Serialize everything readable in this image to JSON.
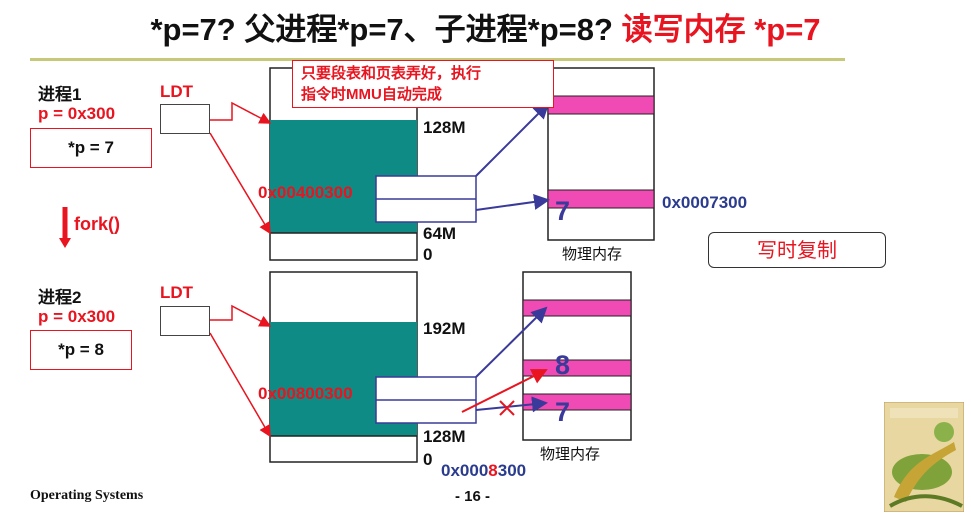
{
  "title": {
    "part1": "*p=7? 父进程*p=7、子进程*p=8?",
    "part2": "读写内存 *p=7"
  },
  "callout": {
    "line1": "只要段表和页表弄好，执行",
    "line2": "指令时MMU自动完成"
  },
  "process1": {
    "name": "进程1",
    "ldt": "LDT",
    "pointer": "p = 0x300",
    "value": "*p = 7",
    "seg_addr": "0x00400300",
    "top_label": "128M",
    "bottom_label": "64M",
    "zero_label": "0",
    "phys_value": "7",
    "phys_addr": "0x0007300",
    "phys_label": "物理内存"
  },
  "fork_label": "fork()",
  "process2": {
    "name": "进程2",
    "ldt": "LDT",
    "pointer": "p = 0x300",
    "value": "*p = 8",
    "seg_addr": "0x00800300",
    "top_label": "192M",
    "bottom_label": "128M",
    "zero_label": "0",
    "phys_value_new": "8",
    "phys_value_old": "7",
    "phys_addr_prefix": "0x000",
    "phys_addr_digit": "8",
    "phys_addr_suffix": "300",
    "phys_label": "物理内存"
  },
  "cow_button": "写时复制",
  "footer": {
    "left": "Operating Systems",
    "page": "- 16 -"
  },
  "colors": {
    "teal": "#0e8b85",
    "pink": "#f04ab4",
    "red": "#e8141f",
    "blue": "#3a3a9a"
  },
  "icons": {
    "book_cover": "dinosaur-book-icon"
  }
}
